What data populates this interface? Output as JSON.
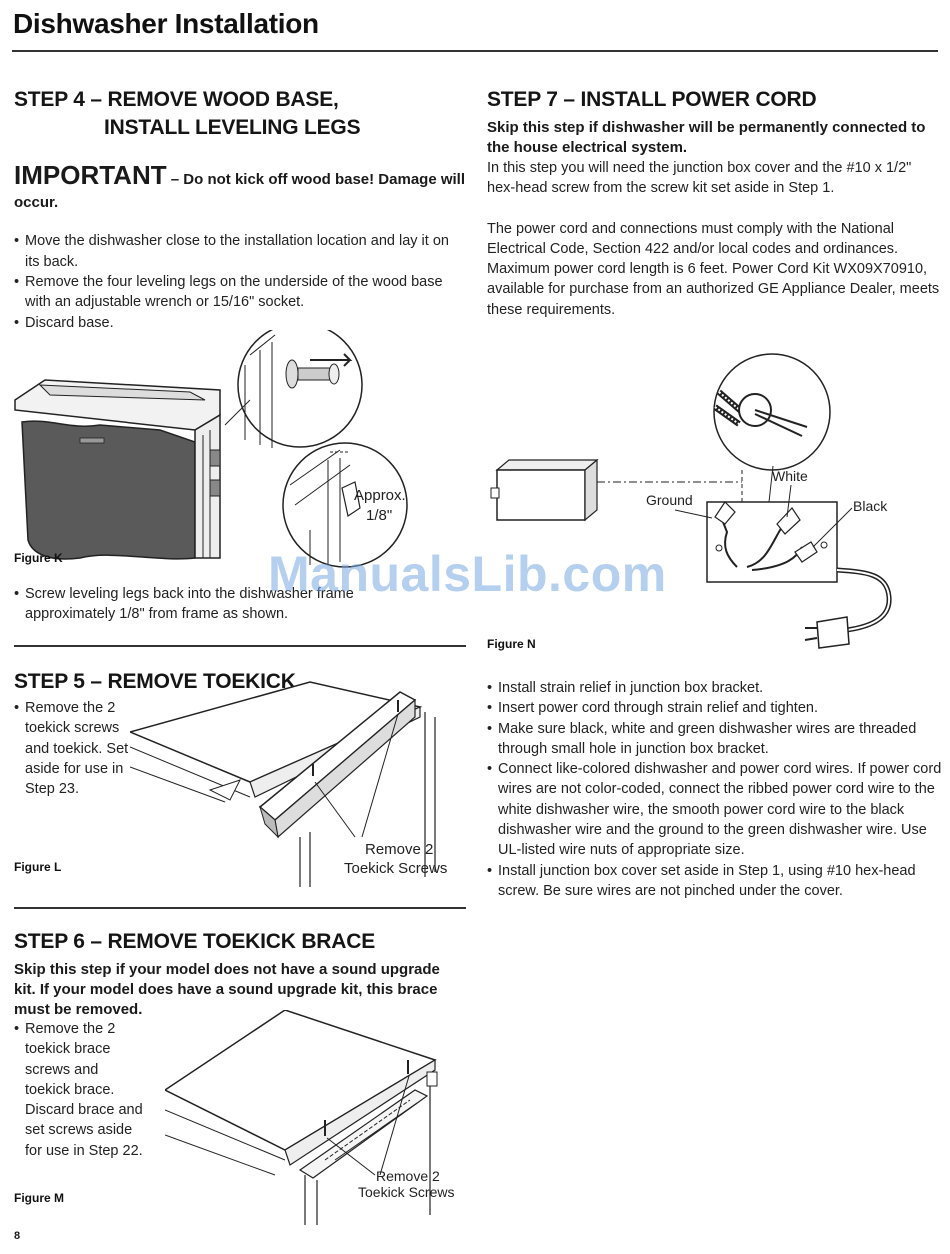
{
  "page": {
    "title": "Dishwasher Installation",
    "page_number": "8",
    "watermark": "ManualsLib.com"
  },
  "step4": {
    "heading_line1": "STEP 4 – REMOVE WOOD BASE,",
    "heading_line2": "INSTALL LEVELING LEGS",
    "important_word": "IMPORTANT",
    "important_text": " – Do not kick off wood base! Damage will occur.",
    "bullets": [
      "Move the dishwasher close to the installation location and lay it on its back.",
      "Remove the four leveling legs on the underside of the wood base with an adjustable wrench or 15/16\" socket.",
      "Discard base."
    ],
    "figure_label": "Figure K",
    "figure_callout_line1": "Approx.",
    "figure_callout_line2": "1/8\"",
    "bullet_after": "Screw leveling legs back into the dishwasher frame approximately 1/8\" from frame as shown."
  },
  "step5": {
    "heading": "STEP 5 – REMOVE TOEKICK",
    "bullets": [
      "Remove the 2 toekick screws and toekick. Set aside for use in Step 23."
    ],
    "figure_label": "Figure L",
    "callout_line1": "Remove 2",
    "callout_line2": "Toekick Screws"
  },
  "step6": {
    "heading": "STEP 6 – REMOVE TOEKICK BRACE",
    "note": "Skip this step if your model does not have a sound upgrade kit. If your model does have a sound upgrade kit, this brace must be removed.",
    "bullets": [
      "Remove the 2 toekick brace screws and toekick brace. Discard brace and set screws aside for use in Step 22."
    ],
    "figure_label": "Figure M",
    "callout_line1": "Remove 2",
    "callout_line2": "Toekick Screws"
  },
  "step7": {
    "heading": "STEP 7 – INSTALL POWER CORD",
    "note": "Skip this step if dishwasher will be permanently connected to the house electrical system.",
    "paragraph1": "In this step you will need the junction box cover and the #10 x 1/2\" hex-head screw from the screw kit set aside in Step 1.",
    "paragraph2": "The power cord and connections must comply with the National Electrical Code, Section 422 and/or local codes and ordinances. Maximum power cord length is 6 feet. Power Cord Kit WX09X70910, available for purchase from an authorized GE Appliance Dealer, meets these requirements.",
    "figure_label": "Figure N",
    "wire_labels": {
      "white": "White",
      "ground": "Ground",
      "black": "Black"
    },
    "bullets": [
      "Install strain relief in junction box bracket.",
      "Insert power cord through strain relief and tighten.",
      "Make sure black, white and green dishwasher wires are threaded through small hole in junction box bracket.",
      "Connect like-colored dishwasher and power cord wires. If power cord wires are not color-coded, connect the ribbed power cord wire to the white dishwasher wire, the smooth power cord wire to the black dishwasher wire and the ground to the green dishwasher wire. Use UL-listed wire nuts of appropriate size.",
      "Install junction box cover set aside in Step 1, using #10 hex-head screw. Be sure wires are not pinched under the cover."
    ]
  },
  "colors": {
    "text": "#1a1a1a",
    "rule": "#333333",
    "illustration_fill": "#5a5a5a",
    "watermark": "#78aae1"
  }
}
